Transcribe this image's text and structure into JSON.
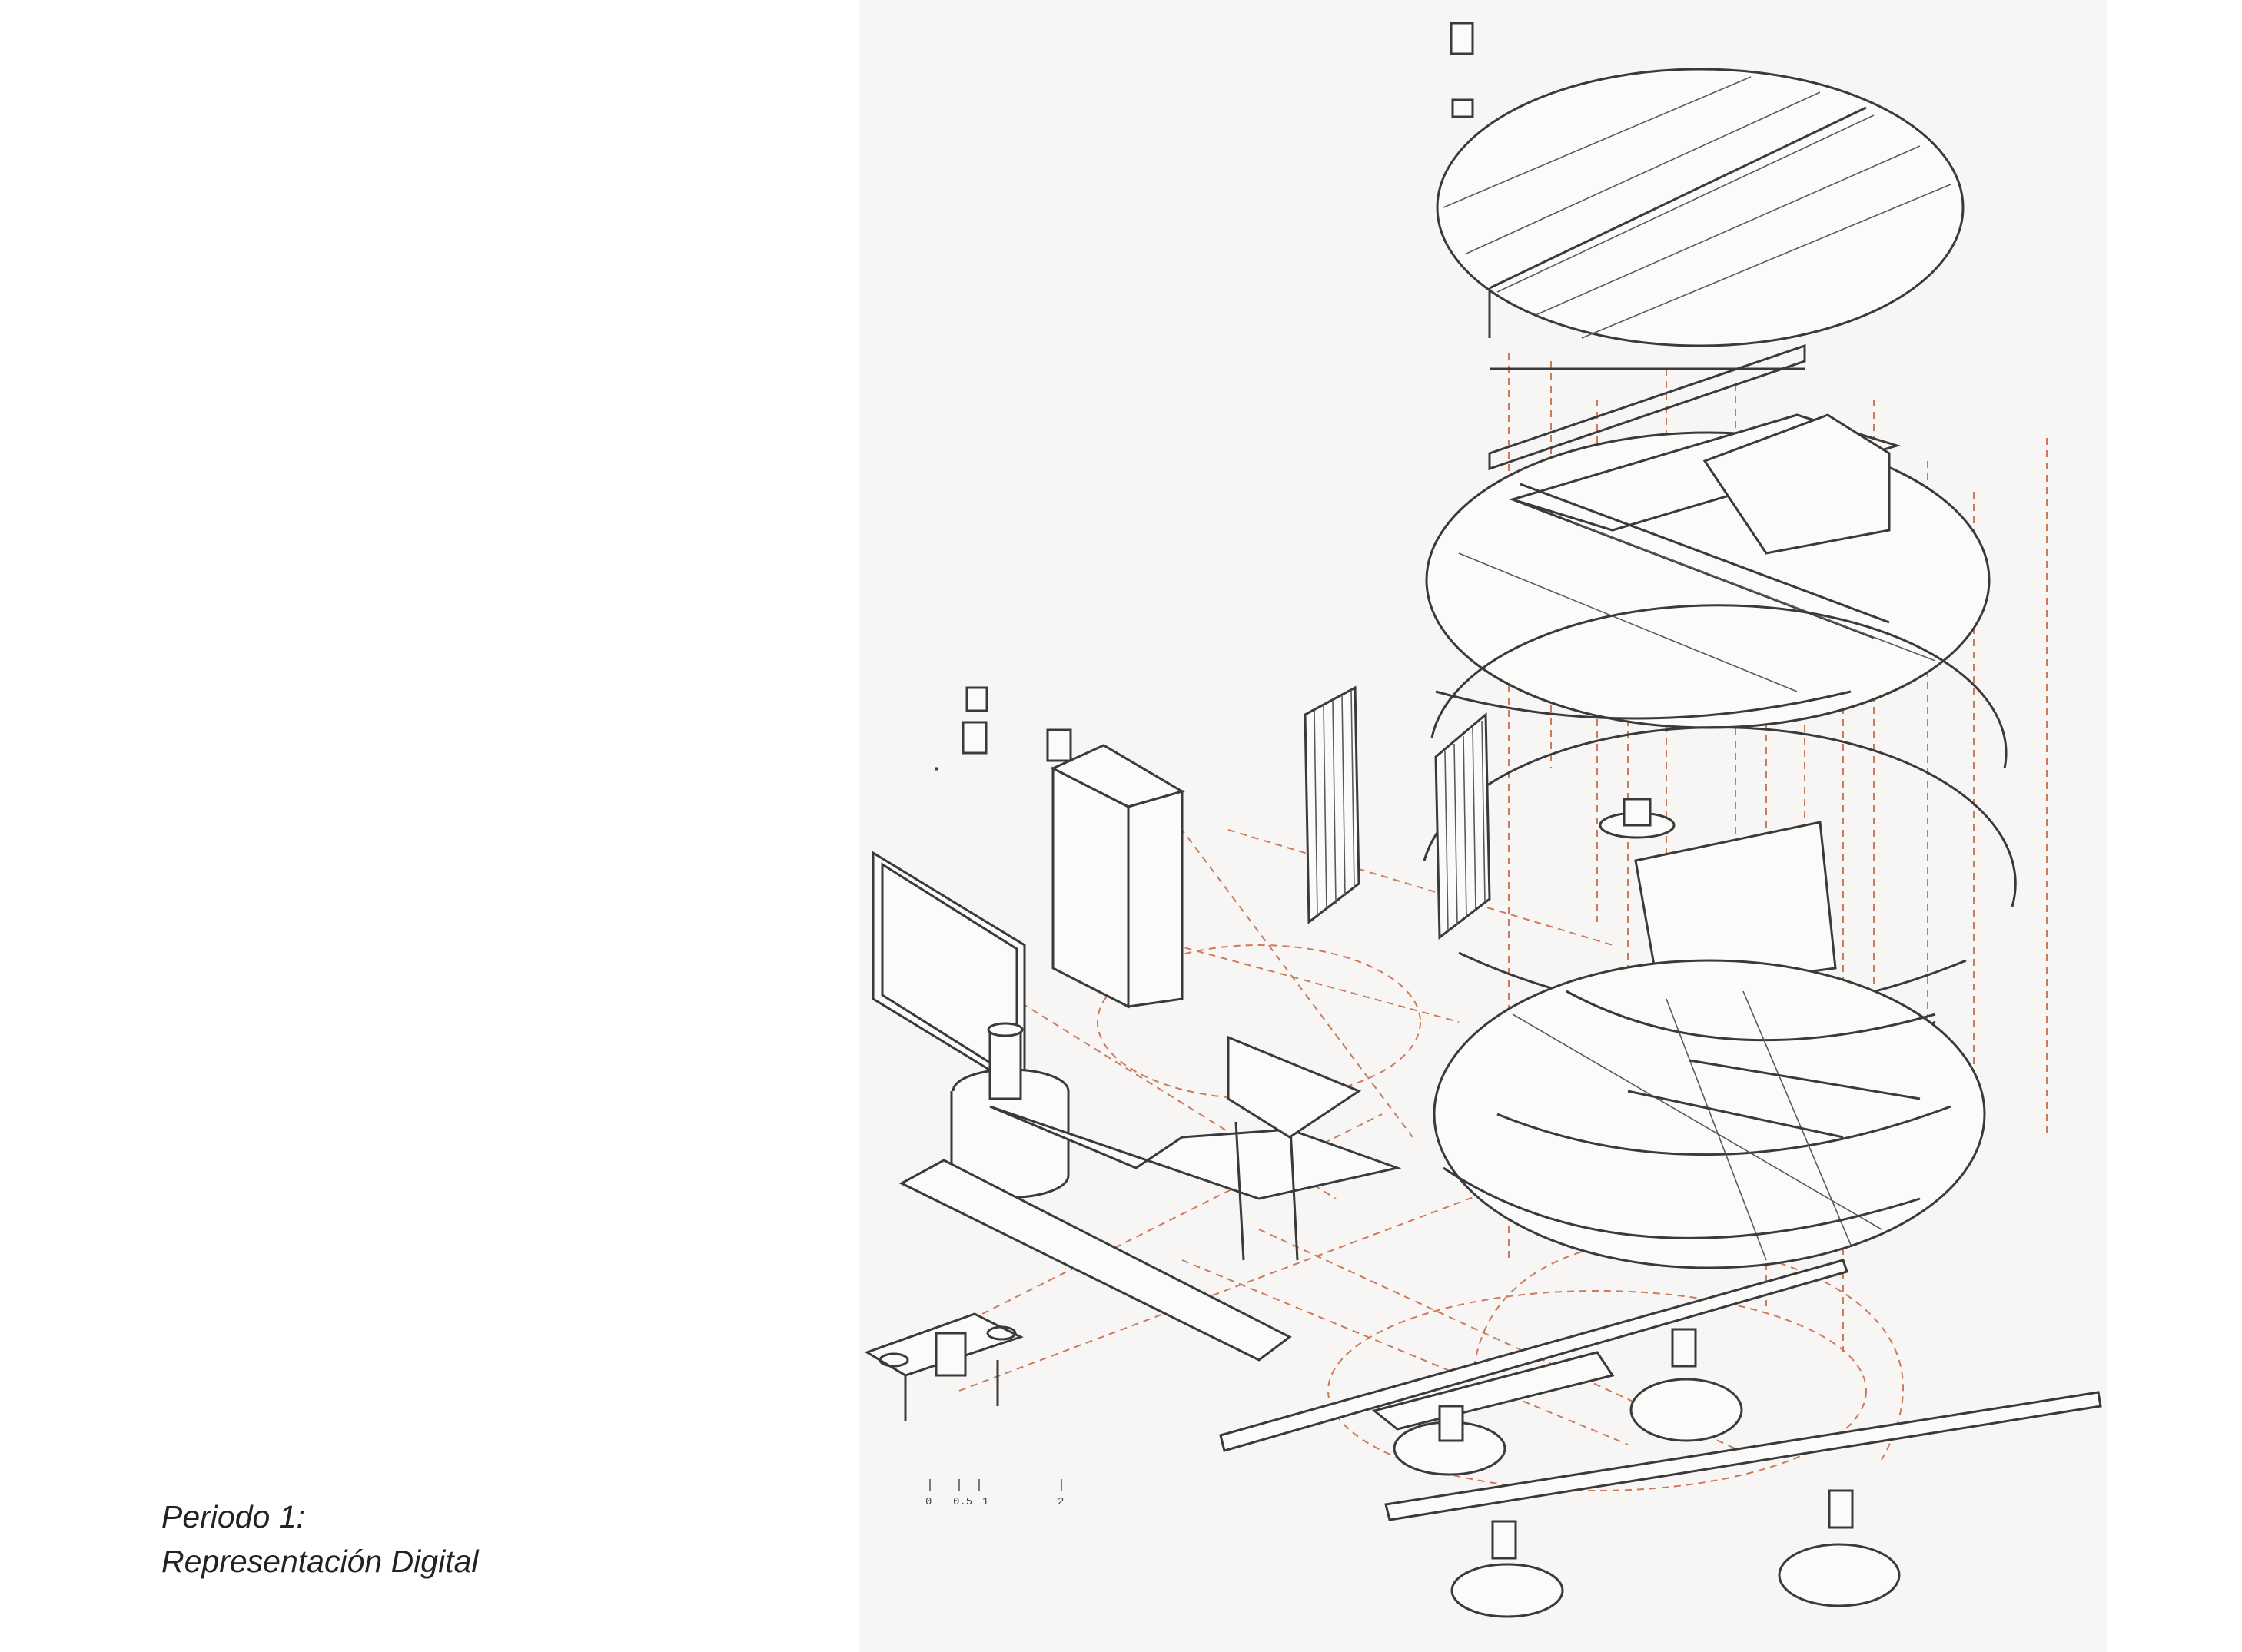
{
  "caption": {
    "line1": "Periodo 1:",
    "line2": "Representación Digital"
  },
  "scale_bar": {
    "labels": [
      "0",
      "0.5",
      "1",
      "2"
    ]
  },
  "colors": {
    "line": "#3a3a3a",
    "dashed": "#cc7a5a",
    "paper": "#f7f6f4"
  }
}
